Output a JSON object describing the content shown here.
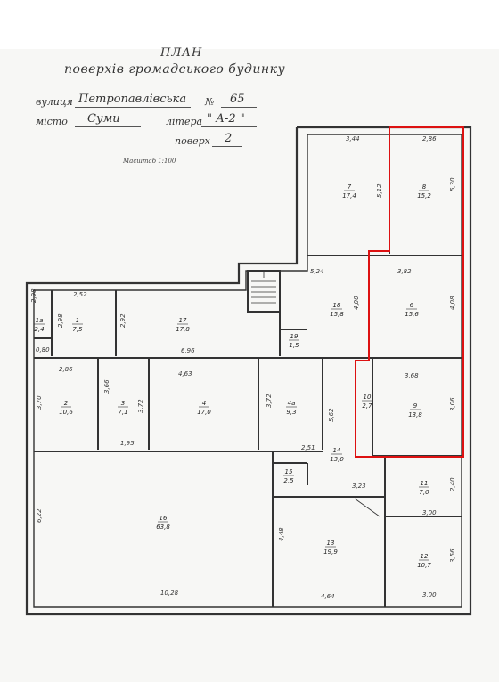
{
  "header": {
    "title": "ПЛАН",
    "subtitle": "поверхів громадського будинку",
    "street_label": "вулиця",
    "street": "Петропавлівська",
    "number_label": "№",
    "number": "65",
    "city_label": "місто",
    "city": "Суми",
    "letter_label": "літера",
    "letter": "\" А-2 \"",
    "floor_label": "поверх",
    "floor": "2",
    "scale": "Масштаб 1:100"
  },
  "rooms": [
    {
      "n": "1a",
      "a": "2,4"
    },
    {
      "n": "1",
      "a": "7,5"
    },
    {
      "n": "17",
      "a": "17,8"
    },
    {
      "n": "18",
      "a": "15,8"
    },
    {
      "n": "19",
      "a": "1,5"
    },
    {
      "n": "7",
      "a": "17,4"
    },
    {
      "n": "8",
      "a": "15,2"
    },
    {
      "n": "6",
      "a": "15,6"
    },
    {
      "n": "2",
      "a": "10,6"
    },
    {
      "n": "3",
      "a": "7,1"
    },
    {
      "n": "4",
      "a": "17,0"
    },
    {
      "n": "4a",
      "a": "9,3"
    },
    {
      "n": "10",
      "a": "2,7"
    },
    {
      "n": "9",
      "a": "13,8"
    },
    {
      "n": "14",
      "a": "13,0"
    },
    {
      "n": "15",
      "a": "2,5"
    },
    {
      "n": "11",
      "a": "7,0"
    },
    {
      "n": "16",
      "a": "63,8"
    },
    {
      "n": "13",
      "a": "19,9"
    },
    {
      "n": "12",
      "a": "10,7"
    }
  ],
  "dims": [
    "3,44",
    "2,86",
    "5,12",
    "5,30",
    "5,24",
    "3,82",
    "4,00",
    "4,08",
    "2,98",
    "2,52",
    "2,98",
    "2,92",
    "0,80",
    "6,96",
    "2,86",
    "4,63",
    "3,70",
    "3,66",
    "3,72",
    "3,72",
    "3,68",
    "5,62",
    "3,06",
    "1,95",
    "2,51",
    "3,23",
    "2,40",
    "3,00",
    "6,22",
    "4,48",
    "3,56",
    "10,28",
    "4,64",
    "3,00"
  ]
}
